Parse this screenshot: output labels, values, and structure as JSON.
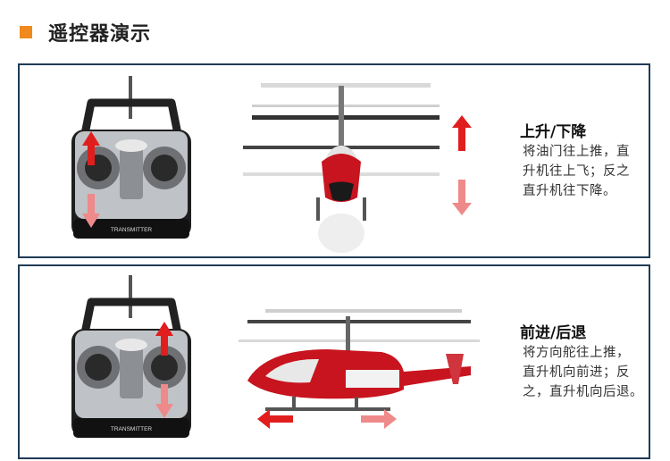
{
  "header": {
    "title": "遥控器演示",
    "accent_color": "#f08a1c"
  },
  "sections": [
    {
      "title": "上升/下降",
      "description": [
        "将油门往上推，直",
        "升机往上飞；反之",
        "直升机往下降。"
      ],
      "transmitter_label": "TRANSMITTER",
      "arrows": [
        "up-arrow-icon",
        "down-arrow-icon"
      ]
    },
    {
      "title": "前进/后退",
      "description": [
        "将方向舵往上推，",
        "直升机向前进；反",
        "之，直升机向后退。"
      ],
      "transmitter_label": "TRANSMITTER",
      "arrows": [
        "left-arrow-icon",
        "right-arrow-icon"
      ]
    }
  ],
  "colors": {
    "border": "#1f3b55",
    "arrow_red": "#e01e1e",
    "arrow_faded": "#ee8a8a",
    "heli_red": "#c8141e"
  }
}
